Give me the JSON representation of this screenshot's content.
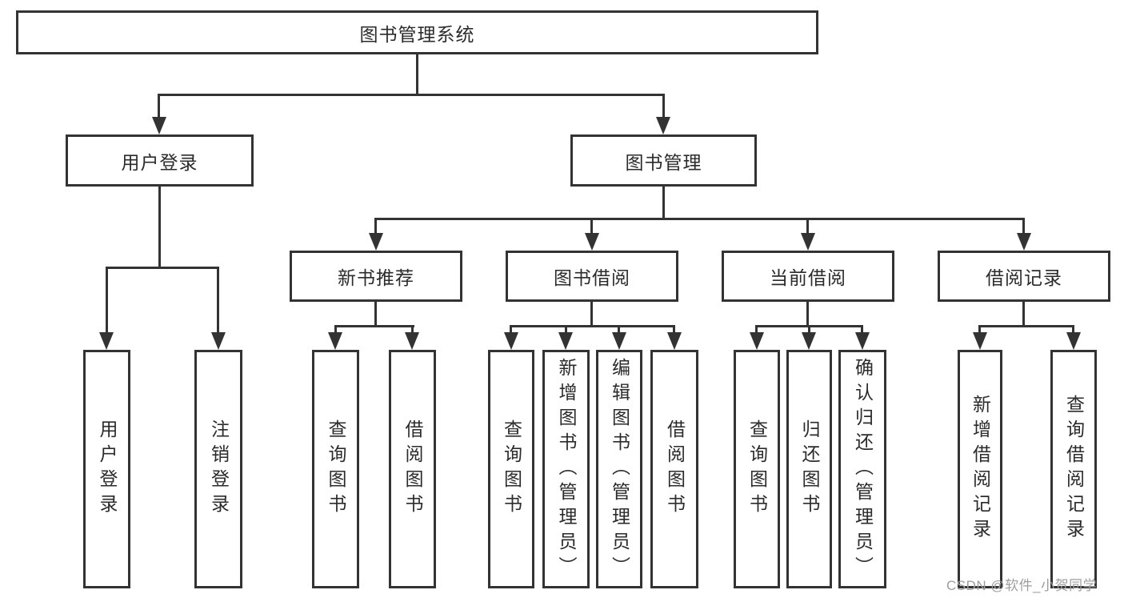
{
  "colors": {
    "line": "#333333",
    "text": "#2b2b2b",
    "background": "#ffffff",
    "watermark": "#9e9e9e"
  },
  "watermark": "CSDN @软件_小贺同学",
  "tree": {
    "root": "图书管理系统",
    "user_login": "用户登录",
    "book_mgmt": "图书管理",
    "user_login_children": [
      "用户登录",
      "注销登录"
    ],
    "modules": [
      "新书推荐",
      "图书借阅",
      "当前借阅",
      "借阅记录"
    ],
    "new_book_children": [
      "查询图书",
      "借阅图书"
    ],
    "book_borrow_children": [
      "查询图书",
      "新增图书（管理员）",
      "编辑图书（管理员）",
      "借阅图书"
    ],
    "current_borrow_children": [
      "查询图书",
      "归还图书",
      "确认归还（管理员）"
    ],
    "borrow_record_children": [
      "新增借阅记录",
      "查询借阅记录"
    ]
  }
}
